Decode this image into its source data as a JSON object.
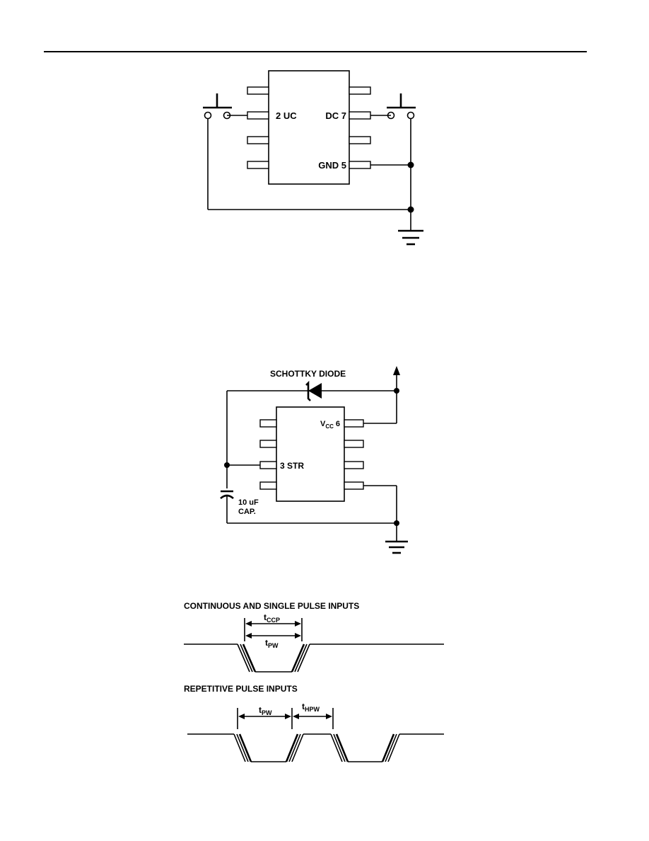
{
  "figure1": {
    "pin_left_label": "2 UC",
    "pin_right_top_label": "DC 7",
    "pin_right_bottom_label": "GND 5"
  },
  "figure2": {
    "diode_label": "SCHOTTKY DIODE",
    "vcc_main": "V",
    "vcc_sub": "CC",
    "vcc_pin": "6",
    "str_label": "3 STR",
    "cap_line1": "10 uF",
    "cap_line2": "CAP."
  },
  "figure3": {
    "title_continuous": "CONTINUOUS AND SINGLE PULSE INPUTS",
    "tccp_main": "t",
    "tccp_sub": "CCP",
    "tpw1_main": "t",
    "tpw1_sub": "PW",
    "title_repetitive": "REPETITIVE PULSE INPUTS",
    "tpw2_main": "t",
    "tpw2_sub": "PW",
    "thpw_main": "t",
    "thpw_sub": "HPW"
  }
}
